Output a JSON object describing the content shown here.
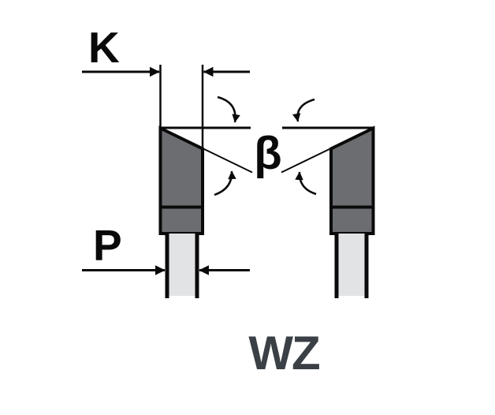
{
  "diagram": {
    "labels": {
      "kerf": "K",
      "plate": "P",
      "beta": "β",
      "tooth_type": "WZ"
    },
    "colors": {
      "tooth_fill": "#6b6d70",
      "shank_fill": "#e2e3e5",
      "line": "#0a0a0a",
      "tooth_type_label": "#3a4045",
      "background": "#ffffff"
    },
    "icons": {
      "dimension_arrows": "arrowhead-icon",
      "angle_arrows": "curved-arrow-icon"
    }
  }
}
